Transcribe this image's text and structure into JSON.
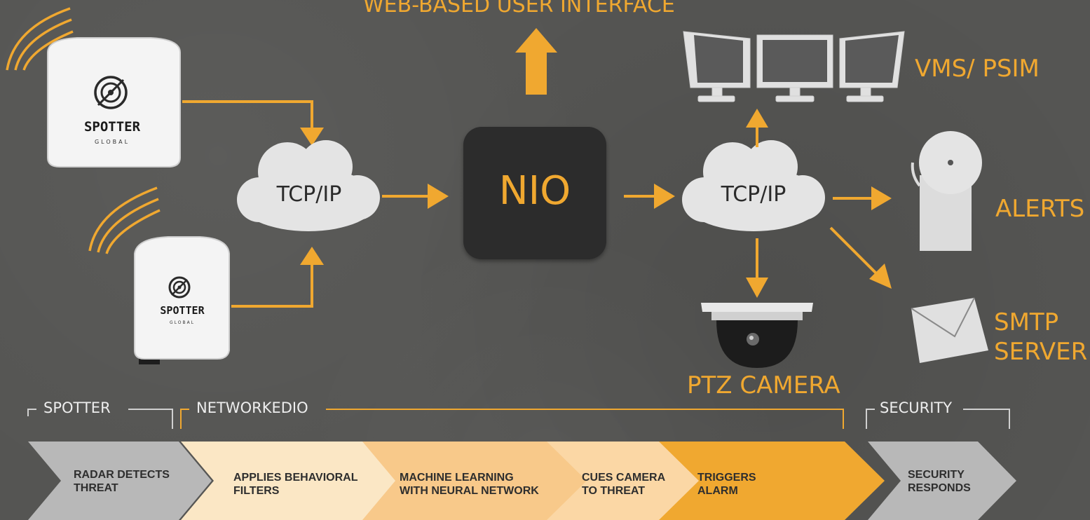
{
  "top_label": "WEB-BASED USER INTERFACE",
  "nodes": {
    "cloud_left": "TCP/IP",
    "cloud_right": "TCP/IP",
    "nio": "NIO",
    "vms": "VMS/ PSIM",
    "alerts": "ALERTS",
    "smtp_line1": "SMTP",
    "smtp_line2": "SERVER",
    "ptz": "PTZ CAMERA",
    "spotter_brand": "SPOTTER",
    "spotter_sub": "GLOBAL"
  },
  "brackets": {
    "spotter": "SPOTTER",
    "networkedio": "NETWORKEDIO",
    "security": "SECURITY"
  },
  "steps": [
    {
      "label": "RADAR DETECTS\nTHREAT",
      "color": "#b8b8b8"
    },
    {
      "label": "APPLIES BEHAVIORAL\nFILTERS",
      "color": "#fbe7c5"
    },
    {
      "label": "MACHINE LEARNING\nWITH NEURAL NETWORK",
      "color": "#f8c98a"
    },
    {
      "label": "CUES CAMERA\nTO THREAT",
      "color": "#fbd7a5"
    },
    {
      "label": "TRIGGERS\nALARM",
      "color": "#f0a830"
    },
    {
      "label": "SECURITY\nRESPONDS",
      "color": "#b8b8b8"
    }
  ],
  "colors": {
    "accent": "#f0a830",
    "background": "#555553",
    "nio_box": "#2c2c2c",
    "cloud": "#e4e4e4",
    "device": "#f4f4f4",
    "monitor": "#e0e0e0"
  },
  "icons": [
    "radio-waves-icon",
    "spotter-radar-device-icon",
    "cloud-icon",
    "monitor-icon",
    "alarm-bell-icon",
    "envelope-icon",
    "ptz-dome-camera-icon",
    "arrow-icon"
  ]
}
